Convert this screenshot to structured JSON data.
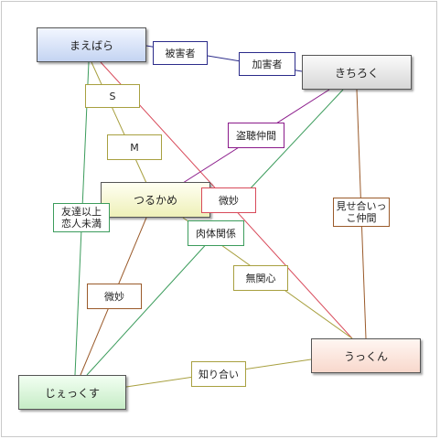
{
  "nodes": {
    "maebara": "まえばら",
    "kichiroku": "きちろく",
    "tsurukame": "つるかめ",
    "ukkun": "うっくん",
    "jiekkusu": "じぇっくす"
  },
  "labels": {
    "higaisha": "被害者",
    "kagaisha": "加害者",
    "s": "S",
    "m": "M",
    "touchou": "盗聴仲間",
    "bimyou1": "微妙",
    "niku": "肉体関係",
    "tomodachi_1": "友達以上",
    "tomodachi_2": "恋人未満",
    "miseai_1": "見せ合いっ",
    "miseai_2": "こ仲間",
    "mukanshin": "無関心",
    "bimyou2": "微妙",
    "shiriai": "知り合い"
  },
  "colors": {
    "navy": "#2b2b8a",
    "purple": "#8a1a8a",
    "olive": "#a8a040",
    "green": "#3c9c5c",
    "red": "#d84a5a",
    "brown": "#9a5a2a"
  }
}
